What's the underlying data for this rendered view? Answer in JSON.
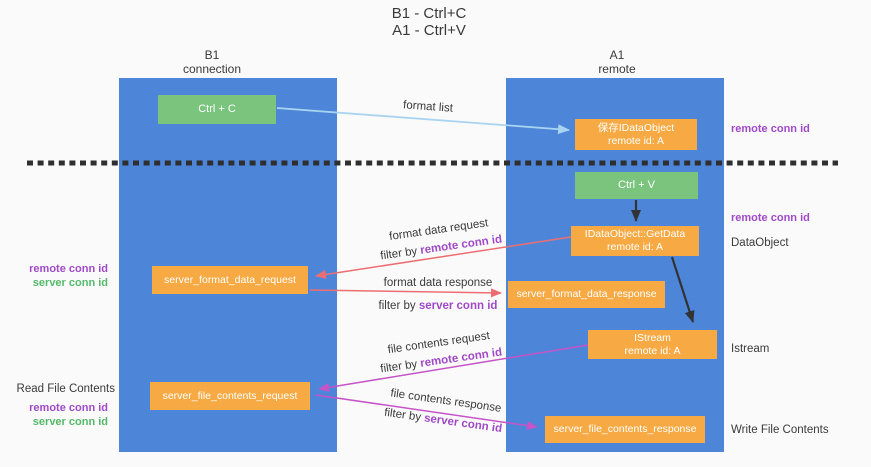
{
  "title": {
    "line1": "B1 - Ctrl+C",
    "line2": "A1 - Ctrl+V"
  },
  "lanes": {
    "left": {
      "name": "B1",
      "role": "connection"
    },
    "right": {
      "name": "A1",
      "role": "remote"
    }
  },
  "nodes": {
    "ctrl_c": {
      "label": "Ctrl + C"
    },
    "save_idataobject": {
      "line1": "保存IDataObject",
      "line2": "remote id: A"
    },
    "ctrl_v": {
      "label": "Ctrl + V"
    },
    "getdata": {
      "line1": "IDataObject::GetData",
      "line2": "remote id: A"
    },
    "format_request": {
      "label": "server_format_data_request"
    },
    "format_response": {
      "label": "server_format_data_response"
    },
    "istream": {
      "line1": "IStream",
      "line2": "remote id: A"
    },
    "file_request": {
      "label": "server_file_contents_request"
    },
    "file_response": {
      "label": "server_file_contents_response"
    }
  },
  "flow_labels": {
    "format_list": "format list",
    "format_data_request": "format data request",
    "format_data_response": "format data response",
    "file_contents_request": "file contents request",
    "file_contents_response": "file contents response",
    "filter_by": "filter by ",
    "remote_conn_id": "remote conn id",
    "server_conn_id": "server conn id"
  },
  "side_labels": {
    "remote_conn_id": "remote conn id",
    "server_conn_id": "server conn id",
    "read_file_contents": "Read File Contents",
    "write_file_contents": "Write File Contents",
    "dataobject": "DataObject",
    "istream": "Istream"
  },
  "colors": {
    "lane_blue": "#4d86d9",
    "box_green": "#7ac47e",
    "box_orange": "#f7a943",
    "purple_text": "#a14ac9",
    "green_text": "#55b96a",
    "arrow_red": "#ed6e72",
    "arrow_magenta": "#c653c8",
    "arrow_lightblue": "#a9d4f1",
    "arrow_black": "#333333",
    "background": "#fafafa"
  }
}
